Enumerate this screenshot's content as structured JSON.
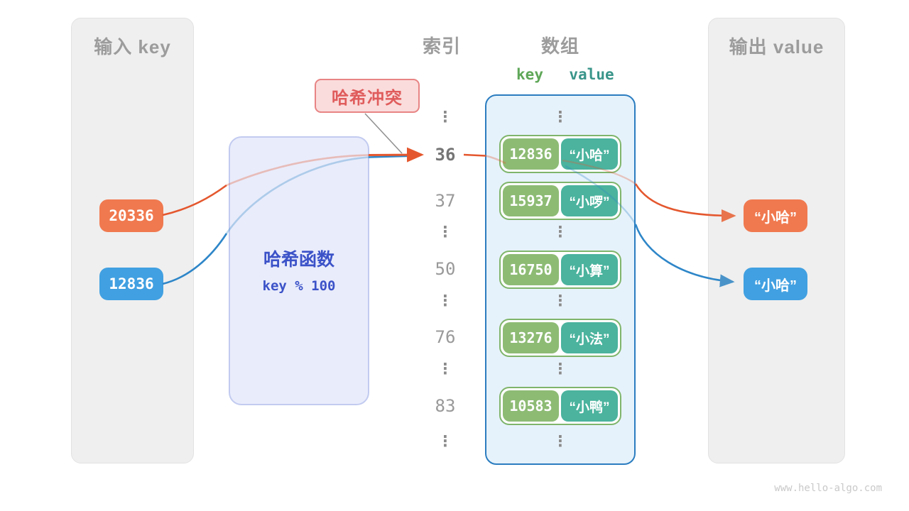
{
  "input_panel": {
    "title": "输入 key",
    "keys": [
      {
        "value": "20336",
        "color": "#f0794f"
      },
      {
        "value": "12836",
        "color": "#41a0e1"
      }
    ]
  },
  "hash_box": {
    "title": "哈希函数",
    "formula": "key % 100"
  },
  "collision_label": {
    "text": "哈希冲突"
  },
  "index_column": {
    "title": "索引",
    "items": [
      {
        "label": "⋮"
      },
      {
        "label": "36",
        "highlight": true
      },
      {
        "label": "37"
      },
      {
        "label": "⋮"
      },
      {
        "label": "50"
      },
      {
        "label": "⋮"
      },
      {
        "label": "76"
      },
      {
        "label": "⋮"
      },
      {
        "label": "83"
      },
      {
        "label": "⋮"
      }
    ]
  },
  "array_panel": {
    "title": "数组",
    "key_header": "key",
    "value_header": "value",
    "ellipsis": "⋮",
    "rows": [
      {
        "key": "12836",
        "value": "“小哈”"
      },
      {
        "key": "15937",
        "value": "“小啰”"
      },
      {
        "key": "16750",
        "value": "“小算”"
      },
      {
        "key": "13276",
        "value": "“小法”"
      },
      {
        "key": "10583",
        "value": "“小鸭”"
      }
    ]
  },
  "output_panel": {
    "title": "输出 value",
    "values": [
      {
        "text": "“小哈”",
        "color": "#f0794f"
      },
      {
        "text": "“小哈”",
        "color": "#41a0e1"
      }
    ]
  },
  "watermark": "www.hello-algo.com",
  "colors": {
    "orange_box": "#f0794f",
    "blue_box": "#41a0e1",
    "orange_arrow": "#e4572e",
    "blue_arrow": "#2e86c8",
    "key_green": "#8dbb74",
    "value_teal": "#4bb39e",
    "row_border": "#7fb56b",
    "array_bg": "#e6f2fb",
    "array_border": "#2b7dc0",
    "hash_bg": "#e9ecfb",
    "hash_border": "#c2cbf0",
    "hash_text": "#3b52c8",
    "collision_bg": "#fadcdc",
    "collision_border": "#e88484",
    "collision_text": "#e05c5c",
    "panel_bg": "#efefef",
    "gray_text": "#9c9c9c",
    "key_header_green": "#5fa758",
    "value_header_teal": "#3a958a"
  }
}
